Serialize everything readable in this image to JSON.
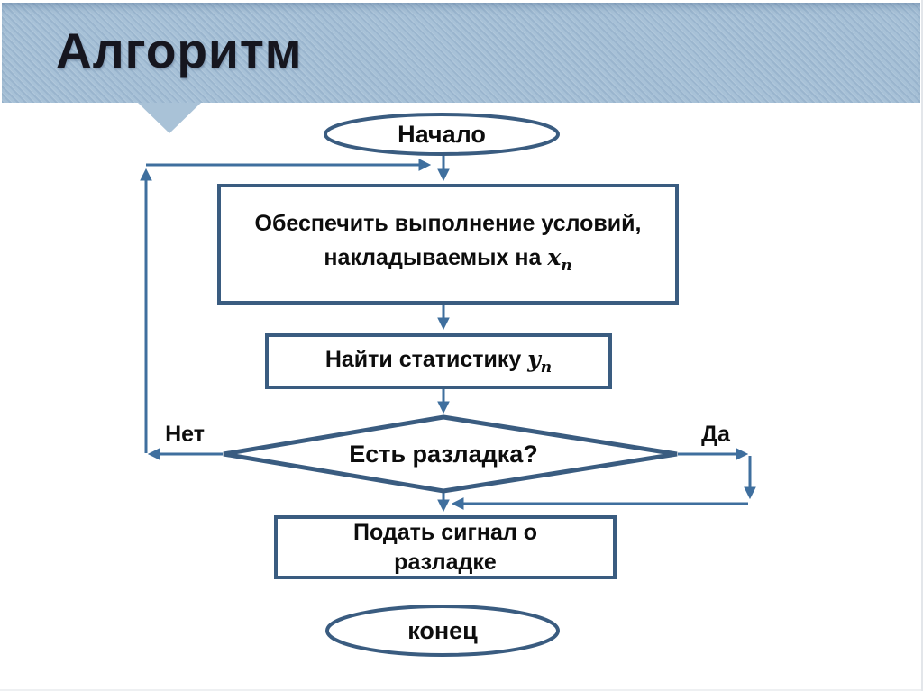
{
  "slide": {
    "title": "Алгоритм",
    "background_color": "#ffffff",
    "header_band_color": "#a7c1d7",
    "shape_border_color": "#3a5c80",
    "arrow_color": "#3f6f9e",
    "text_color": "#0d0d0d",
    "title_color": "#16161f"
  },
  "flowchart": {
    "start": {
      "label": "Начало"
    },
    "process1": {
      "line1": "Обеспечить выполнение условий,",
      "line2_prefix": "накладываемых на ",
      "var": "x",
      "var_sub": "n"
    },
    "process2": {
      "prefix": "Найти статистику ",
      "var": "y",
      "var_sub": "n"
    },
    "decision": {
      "label": "Есть разладка?"
    },
    "branch_no": {
      "label": "Нет"
    },
    "branch_yes": {
      "label": "Да"
    },
    "process3": {
      "line1": "Подать сигнал о",
      "line2": "разладке"
    },
    "end": {
      "label": "конец"
    }
  }
}
